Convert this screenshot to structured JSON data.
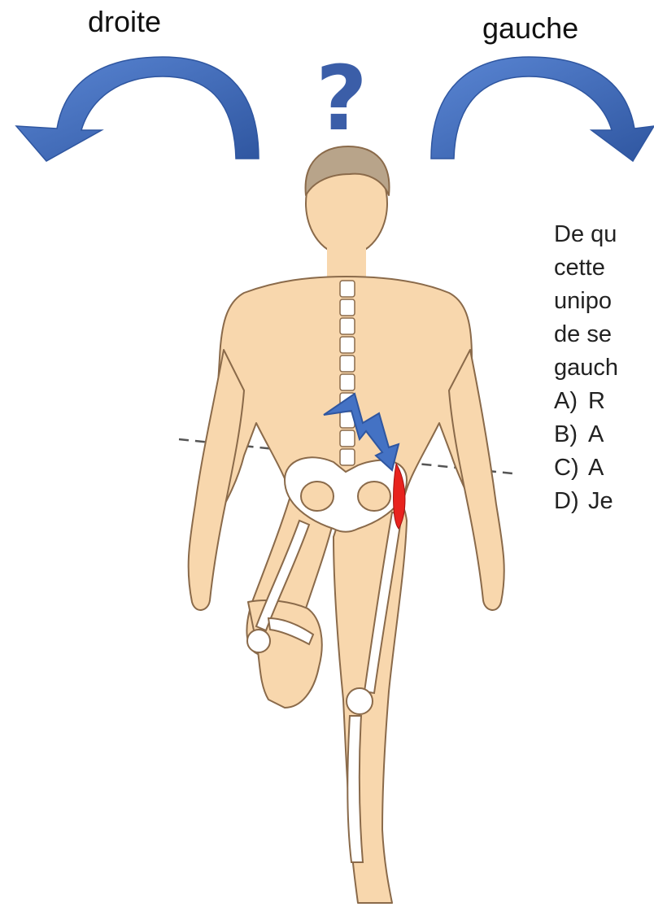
{
  "labels": {
    "right": "droite",
    "left": "gauche",
    "question_mark": "?"
  },
  "question": {
    "lines": [
      "De qu",
      "cette",
      "unipo",
      "de se",
      "gauch"
    ],
    "options": [
      {
        "letter": "A)",
        "text": "R"
      },
      {
        "letter": "B)",
        "text": "A"
      },
      {
        "letter": "C)",
        "text": "A"
      },
      {
        "letter": "D)",
        "text": "Je"
      }
    ]
  },
  "colors": {
    "arrow": "#4472c4",
    "skin": "#f8d7ad",
    "outline": "#8a6a4a",
    "bone": "#ffffff",
    "hair": "#b8a48a",
    "highlight": "#e8231e"
  }
}
